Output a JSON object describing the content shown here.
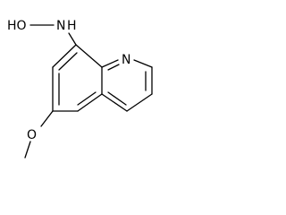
{
  "molecule": {
    "labels": {
      "hydroxyl": "HO",
      "amine_n": "N",
      "amine_h": "H",
      "ring_n": "N",
      "methoxy_o": "O"
    }
  }
}
